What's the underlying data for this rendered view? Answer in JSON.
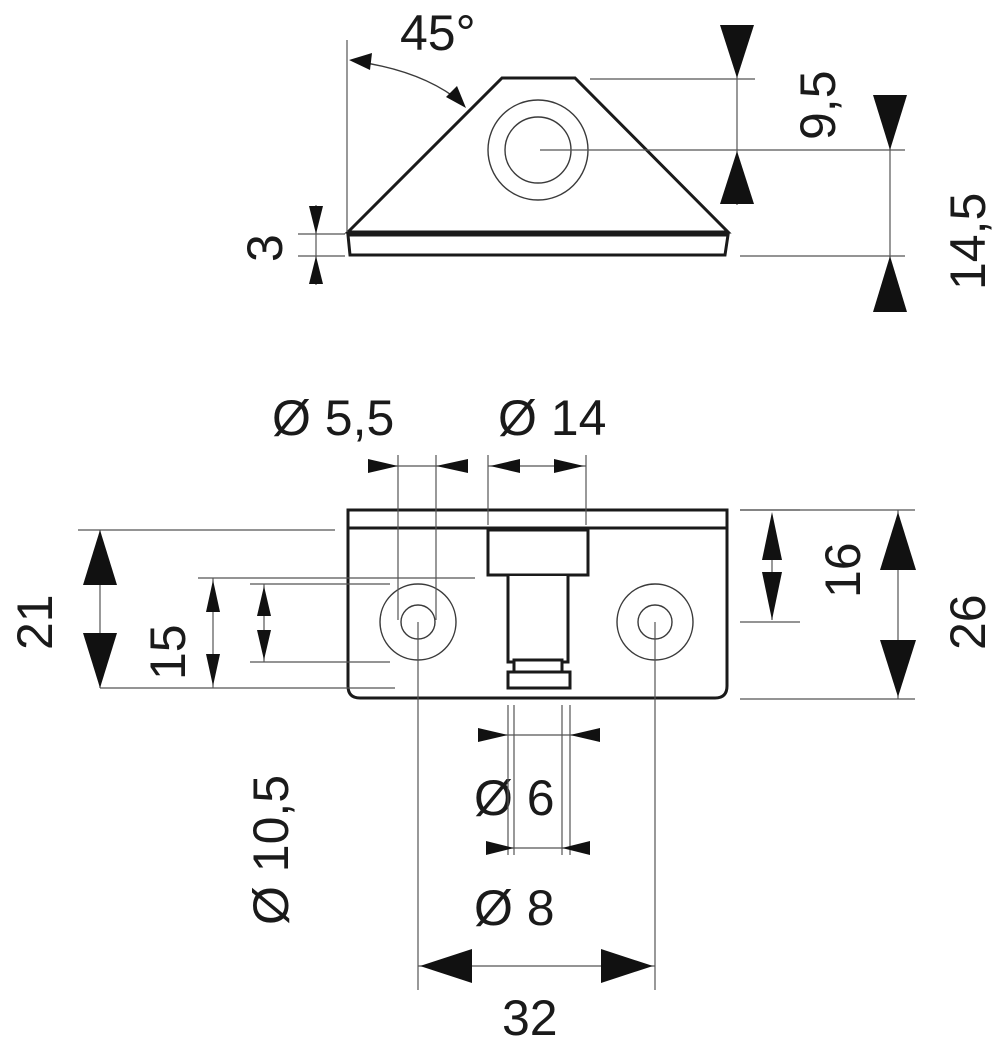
{
  "dimensions": {
    "angle": "45°",
    "top_height_upper": "9,5",
    "top_height_total": "14,5",
    "plate_thickness": "3",
    "hole_small_dia": "Ø 5,5",
    "hole_large_dia": "Ø 14",
    "width_outer": "21",
    "width_inner": "15",
    "counterbore_dia": "Ø 10,5",
    "pin_dia_small": "Ø 6",
    "pin_dia_large": "Ø 8",
    "hole_spacing": "32",
    "depth_partial": "16",
    "depth_total": "26"
  },
  "colors": {
    "line": "#1a1a1a",
    "background": "#ffffff"
  }
}
